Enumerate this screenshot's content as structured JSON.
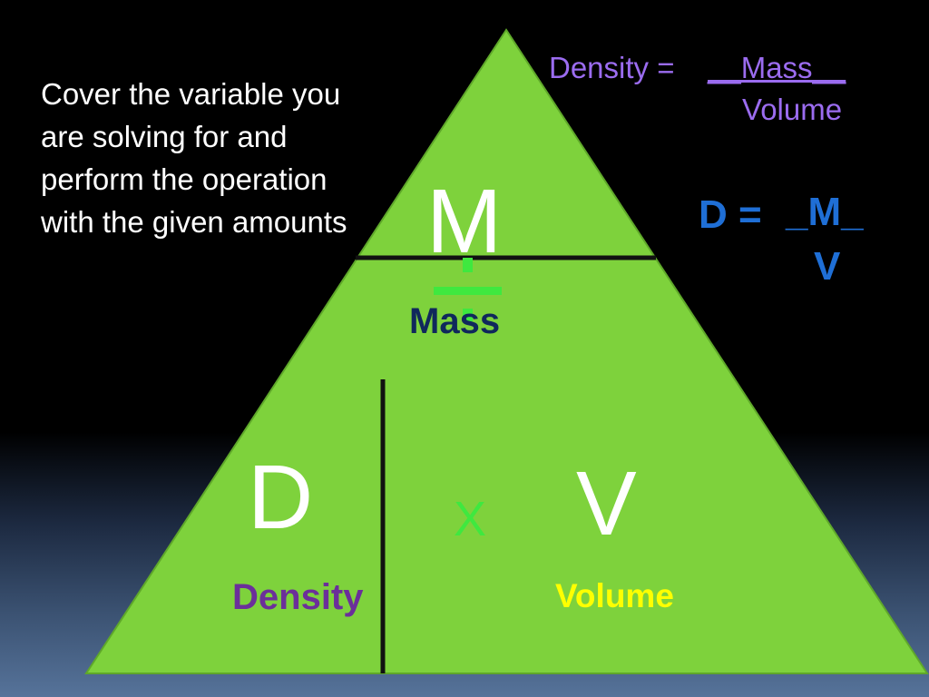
{
  "instructions": "Cover the variable you are solving for and perform the operation with the given amounts",
  "formula_words": {
    "lhs": "Density =",
    "numerator": "__Mass__",
    "denominator": "Volume"
  },
  "formula_letters": {
    "lhs": "D =",
    "numerator": "_M_",
    "denominator": "V"
  },
  "triangle": {
    "top_letter": "M",
    "top_label": "Mass",
    "left_letter": "D",
    "left_label": "Density",
    "right_letter": "V",
    "right_label": "Volume",
    "operator": "X",
    "colors": {
      "fill": "#7ed23c",
      "divider": "#111111",
      "division_sign": "#3fe83f",
      "mass_label": "#10285c",
      "density_label": "#6b2f9a",
      "volume_label": "#ffff00"
    }
  },
  "colors": {
    "formula_words": "#9b6cf0",
    "formula_letters": "#1f6fd6"
  }
}
